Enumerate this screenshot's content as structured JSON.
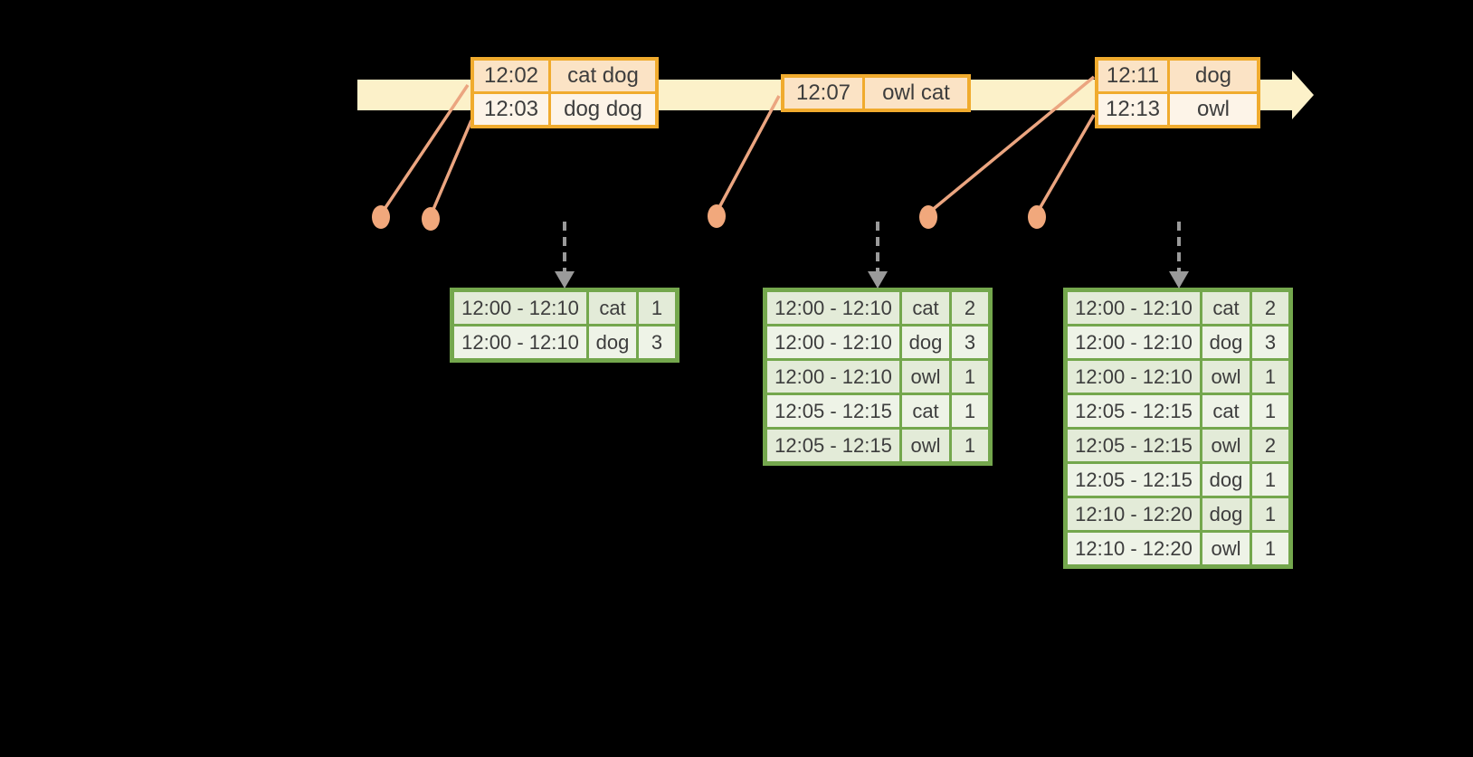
{
  "diagram": {
    "description_tag": "streaming-windowed-aggregation-diagram"
  },
  "colors": {
    "background": "#000000",
    "timeline_fill": "#fcf1c9",
    "event_border": "#f0ab2e",
    "event_row_dark": "#fbe3c5",
    "event_row_light": "#fdf4e8",
    "connector": "#eba580",
    "dot": "#f1a87c",
    "trigger_arrow": "#9a9a9a",
    "result_border": "#74a74d",
    "result_row_dark": "#e3ebd8",
    "result_row_light": "#eef3e7",
    "text": "#3d3d3d"
  },
  "event_tables": [
    {
      "rows": [
        {
          "time": "12:02",
          "words": "cat dog"
        },
        {
          "time": "12:03",
          "words": "dog dog"
        }
      ]
    },
    {
      "rows": [
        {
          "time": "12:07",
          "words": "owl cat"
        }
      ]
    },
    {
      "rows": [
        {
          "time": "12:11",
          "words": "dog"
        },
        {
          "time": "12:13",
          "words": "owl"
        }
      ]
    }
  ],
  "result_tables": [
    {
      "rows": [
        {
          "window": "12:00 - 12:10",
          "word": "cat",
          "count": "1"
        },
        {
          "window": "12:00 - 12:10",
          "word": "dog",
          "count": "3"
        }
      ]
    },
    {
      "rows": [
        {
          "window": "12:00 - 12:10",
          "word": "cat",
          "count": "2"
        },
        {
          "window": "12:00 - 12:10",
          "word": "dog",
          "count": "3"
        },
        {
          "window": "12:00 - 12:10",
          "word": "owl",
          "count": "1"
        },
        {
          "window": "12:05 - 12:15",
          "word": "cat",
          "count": "1"
        },
        {
          "window": "12:05 - 12:15",
          "word": "owl",
          "count": "1"
        }
      ]
    },
    {
      "rows": [
        {
          "window": "12:00 - 12:10",
          "word": "cat",
          "count": "2"
        },
        {
          "window": "12:00 - 12:10",
          "word": "dog",
          "count": "3"
        },
        {
          "window": "12:00 - 12:10",
          "word": "owl",
          "count": "1"
        },
        {
          "window": "12:05 - 12:15",
          "word": "cat",
          "count": "1"
        },
        {
          "window": "12:05 - 12:15",
          "word": "owl",
          "count": "2"
        },
        {
          "window": "12:05 - 12:15",
          "word": "dog",
          "count": "1"
        },
        {
          "window": "12:10 - 12:20",
          "word": "dog",
          "count": "1"
        },
        {
          "window": "12:10 - 12:20",
          "word": "owl",
          "count": "1"
        }
      ]
    }
  ]
}
